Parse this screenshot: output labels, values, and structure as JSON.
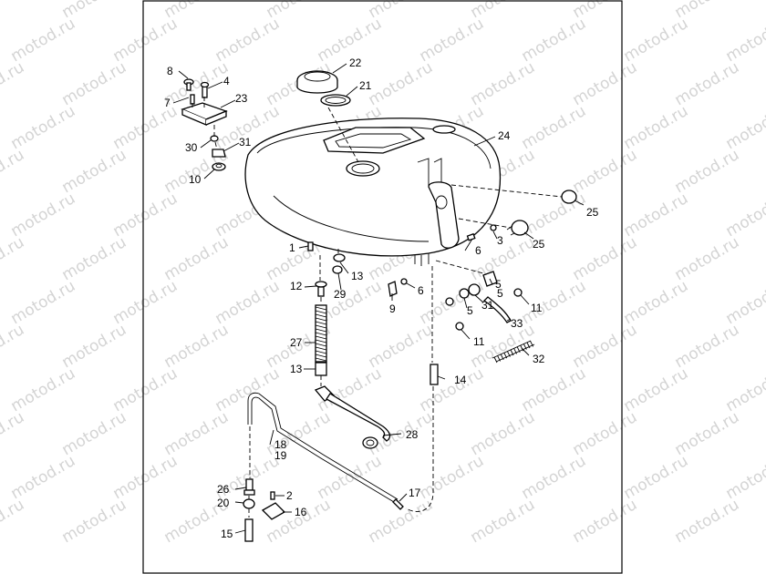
{
  "watermark": "motod.ru",
  "labels": {
    "l1": "1",
    "l2": "2",
    "l3": "3",
    "l4": "4",
    "l5a": "5",
    "l5b": "5",
    "l5c": "5",
    "l6a": "6",
    "l6b": "6",
    "l7": "7",
    "l8": "8",
    "l9": "9",
    "l10": "10",
    "l11a": "11",
    "l11b": "11",
    "l12": "12",
    "l13a": "13",
    "l13b": "13",
    "l14": "14",
    "l15": "15",
    "l16": "16",
    "l17": "17",
    "l18": "18",
    "l19": "19",
    "l20": "20",
    "l21": "21",
    "l22": "22",
    "l23": "23",
    "l24": "24",
    "l25a": "25",
    "l25b": "25",
    "l26": "26",
    "l27": "27",
    "l28": "28",
    "l29": "29",
    "l30": "30",
    "l31a": "31",
    "l31b": "31",
    "l32": "32",
    "l33": "33"
  }
}
